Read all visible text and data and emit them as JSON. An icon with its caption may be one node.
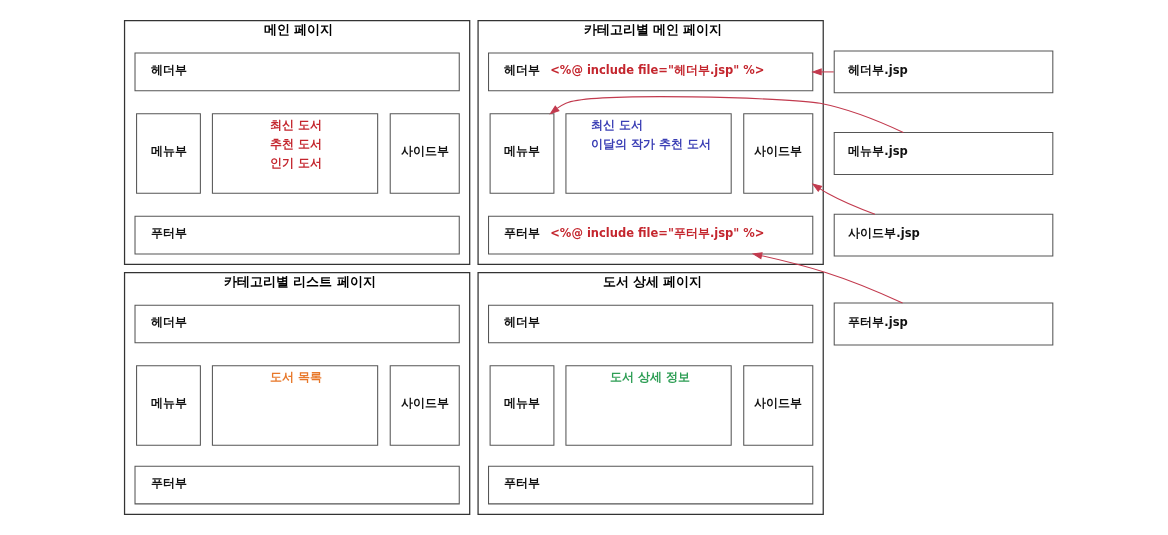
{
  "diagram": {
    "nodes": [
      {
        "text": [
          "메인 페이지"
        ]
      },
      {
        "text": [
          "헤더부"
        ],
        "in": 0
      },
      {
        "text": [
          "메뉴부"
        ],
        "in": 0
      },
      {
        "text": [
          "최신 도서",
          "추천 도서",
          "인기 도서"
        ],
        "in": 0
      },
      {
        "text": [
          "사이드부"
        ],
        "in": 0
      },
      {
        "text": [
          "푸터부"
        ],
        "in": 0
      },
      {
        "text": [
          "카테고리별 메인 페이지"
        ]
      },
      {
        "text": [
          "헤더부",
          "<%@ include file=\"헤더부.jsp\" %>"
        ],
        "in": 6
      },
      {
        "text": [
          "메뉴부"
        ],
        "in": 6
      },
      {
        "text": [
          "최신 도서",
          "이달의 작가 추천 도서"
        ],
        "in": 6
      },
      {
        "text": [
          "사이드부"
        ],
        "in": 6
      },
      {
        "text": [
          "푸터부",
          "<%@ include file=\"푸터부.jsp\" %>"
        ],
        "in": 6
      },
      {
        "text": [
          "헤더부.jsp"
        ]
      },
      {
        "text": [
          "메뉴부.jsp"
        ]
      },
      {
        "text": [
          "사이드부.jsp"
        ]
      },
      {
        "text": [
          "푸터부.jsp"
        ]
      },
      {
        "text": [
          "카테고리별 리스트 페이지"
        ]
      },
      {
        "text": [
          "헤더부"
        ],
        "in": 16
      },
      {
        "text": [
          "메뉴부"
        ],
        "in": 16
      },
      {
        "text": [
          "도서 목록"
        ],
        "in": 16
      },
      {
        "text": [
          "사이드부"
        ],
        "in": 16
      },
      {
        "text": [
          "푸터부"
        ],
        "in": 16
      },
      {
        "text": [
          "도서 상세 페이지"
        ]
      },
      {
        "text": [
          "헤더부"
        ],
        "in": 22
      },
      {
        "text": [
          "메뉴부"
        ],
        "in": 22
      },
      {
        "text": [
          "도서 상세 정보"
        ],
        "in": 22
      },
      {
        "text": [
          "사이드부"
        ],
        "in": 22
      },
      {
        "text": [
          "푸터부"
        ],
        "in": 22
      }
    ],
    "edges": [
      {
        "from": 12,
        "to": 7,
        "arrow": "to"
      },
      {
        "from": 13,
        "to": 8,
        "arrow": "to"
      },
      {
        "from": 14,
        "to": 10,
        "arrow": "to"
      },
      {
        "from": 15,
        "to": 11,
        "arrow": "to"
      }
    ]
  }
}
